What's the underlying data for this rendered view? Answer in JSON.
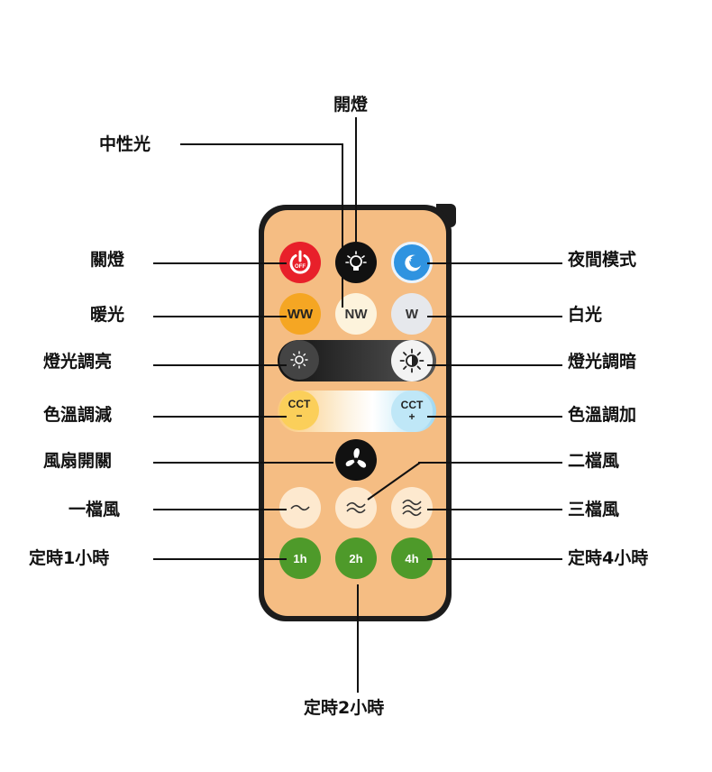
{
  "labels": {
    "top_center": "開燈",
    "neutral_light": "中性光",
    "off": "關燈",
    "night_mode": "夜間模式",
    "warm_light": "暖光",
    "white_light": "白光",
    "brightness_up": "燈光調亮",
    "brightness_down": "燈光調暗",
    "cct_down": "色溫調減",
    "cct_up": "色溫調加",
    "fan_toggle": "風扇開關",
    "fan_level2": "二檔風",
    "fan_level1": "一檔風",
    "fan_level3": "三檔風",
    "timer1": "定時1小時",
    "timer4": "定時4小時",
    "timer2": "定時2小時"
  },
  "buttons": {
    "off_badge": "OFF",
    "ww": "WW",
    "nw": "NW",
    "w": "W",
    "cct": "CCT",
    "minus": "−",
    "plus": "+",
    "t1": "1h",
    "t2": "2h",
    "t4": "4h"
  },
  "icons": {
    "power": "power-icon",
    "bulb": "bulb-icon",
    "moon": "moon-star-icon",
    "sun_dim": "sun-dim-icon",
    "sun_bright": "sun-bright-icon",
    "fan": "fan-icon",
    "wind1": "wind-level1-icon",
    "wind2": "wind-level2-icon",
    "wind3": "wind-level3-icon"
  },
  "colors": {
    "remote_body": "#1c1c1c",
    "remote_face": "#f5bd83",
    "power_red": "#e8202a",
    "moon_blue": "#2f93e0",
    "warm_yellow": "#f5a623",
    "timer_green": "#4e9a2a"
  }
}
